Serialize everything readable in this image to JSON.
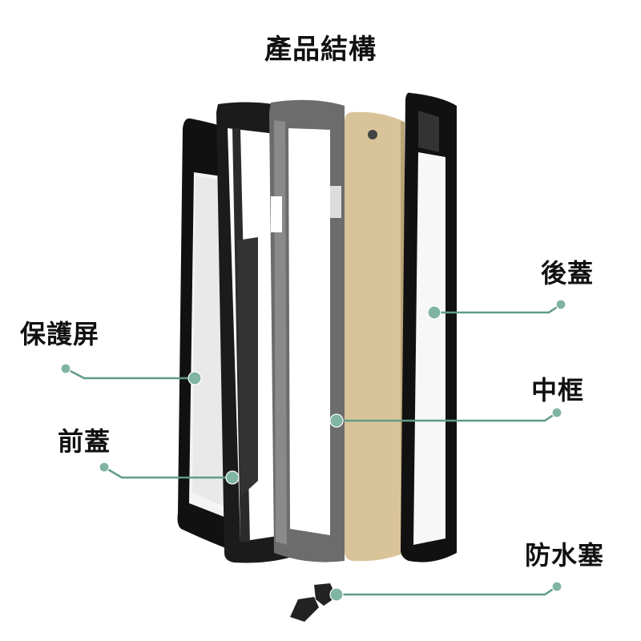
{
  "title": "產品結構",
  "accent_color": "#5f9c88",
  "parts": [
    {
      "id": "screen-protector",
      "label": "保護屏"
    },
    {
      "id": "front-cover",
      "label": "前蓋"
    },
    {
      "id": "back-cover",
      "label": "後蓋"
    },
    {
      "id": "middle-frame",
      "label": "中框"
    },
    {
      "id": "waterproof-plug",
      "label": "防水塞"
    }
  ]
}
